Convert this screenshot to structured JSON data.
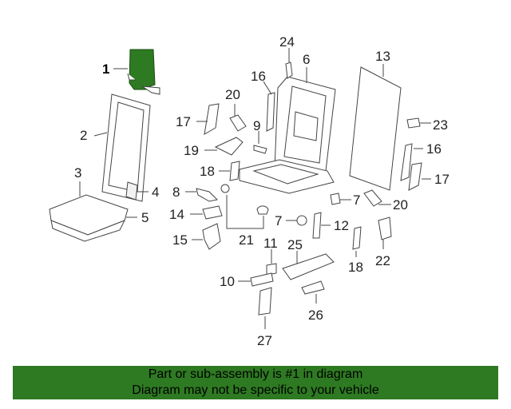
{
  "callouts": {
    "c1": "1",
    "c2": "2",
    "c3": "3",
    "c4": "4",
    "c5": "5",
    "c6": "6",
    "c7a": "7",
    "c7b": "7",
    "c8": "8",
    "c9": "9",
    "c10": "10",
    "c11": "11",
    "c12": "12",
    "c13": "13",
    "c14": "14",
    "c15": "15",
    "c16a": "16",
    "c16b": "16",
    "c17a": "17",
    "c17b": "17",
    "c18a": "18",
    "c18b": "18",
    "c19": "19",
    "c20a": "20",
    "c20b": "20",
    "c21": "21",
    "c22": "22",
    "c23": "23",
    "c24": "24",
    "c25": "25",
    "c26": "26",
    "c27": "27"
  },
  "highlight_color": "#2e7a22",
  "banner": {
    "line1": "Part or sub-assembly is #1 in diagram",
    "line2": "Diagram may not be specific to your vehicle"
  }
}
